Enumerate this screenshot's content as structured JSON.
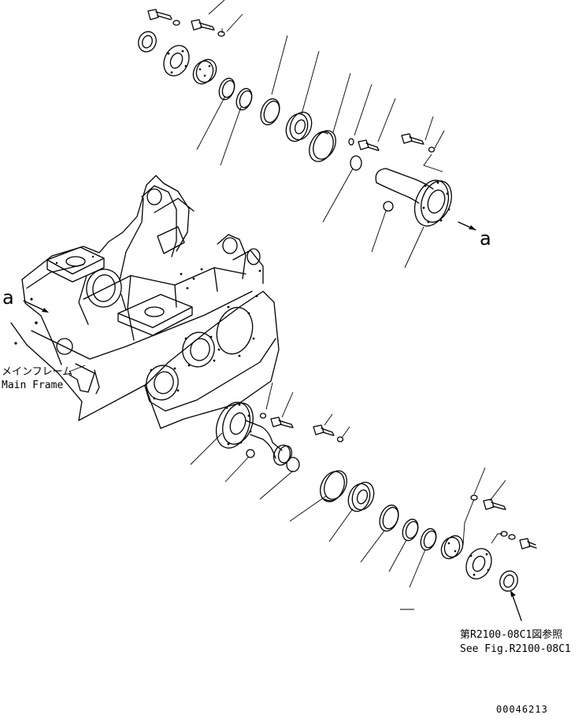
{
  "labels": {
    "main_frame_jp": "メインフレーム",
    "main_frame_en": "Main Frame",
    "reference_jp": "第R2100-08C1図参照",
    "reference_en": "See Fig.R2100-08C1",
    "view_marker_upper": "a",
    "view_marker_left": "a",
    "document_number": "00046213"
  }
}
